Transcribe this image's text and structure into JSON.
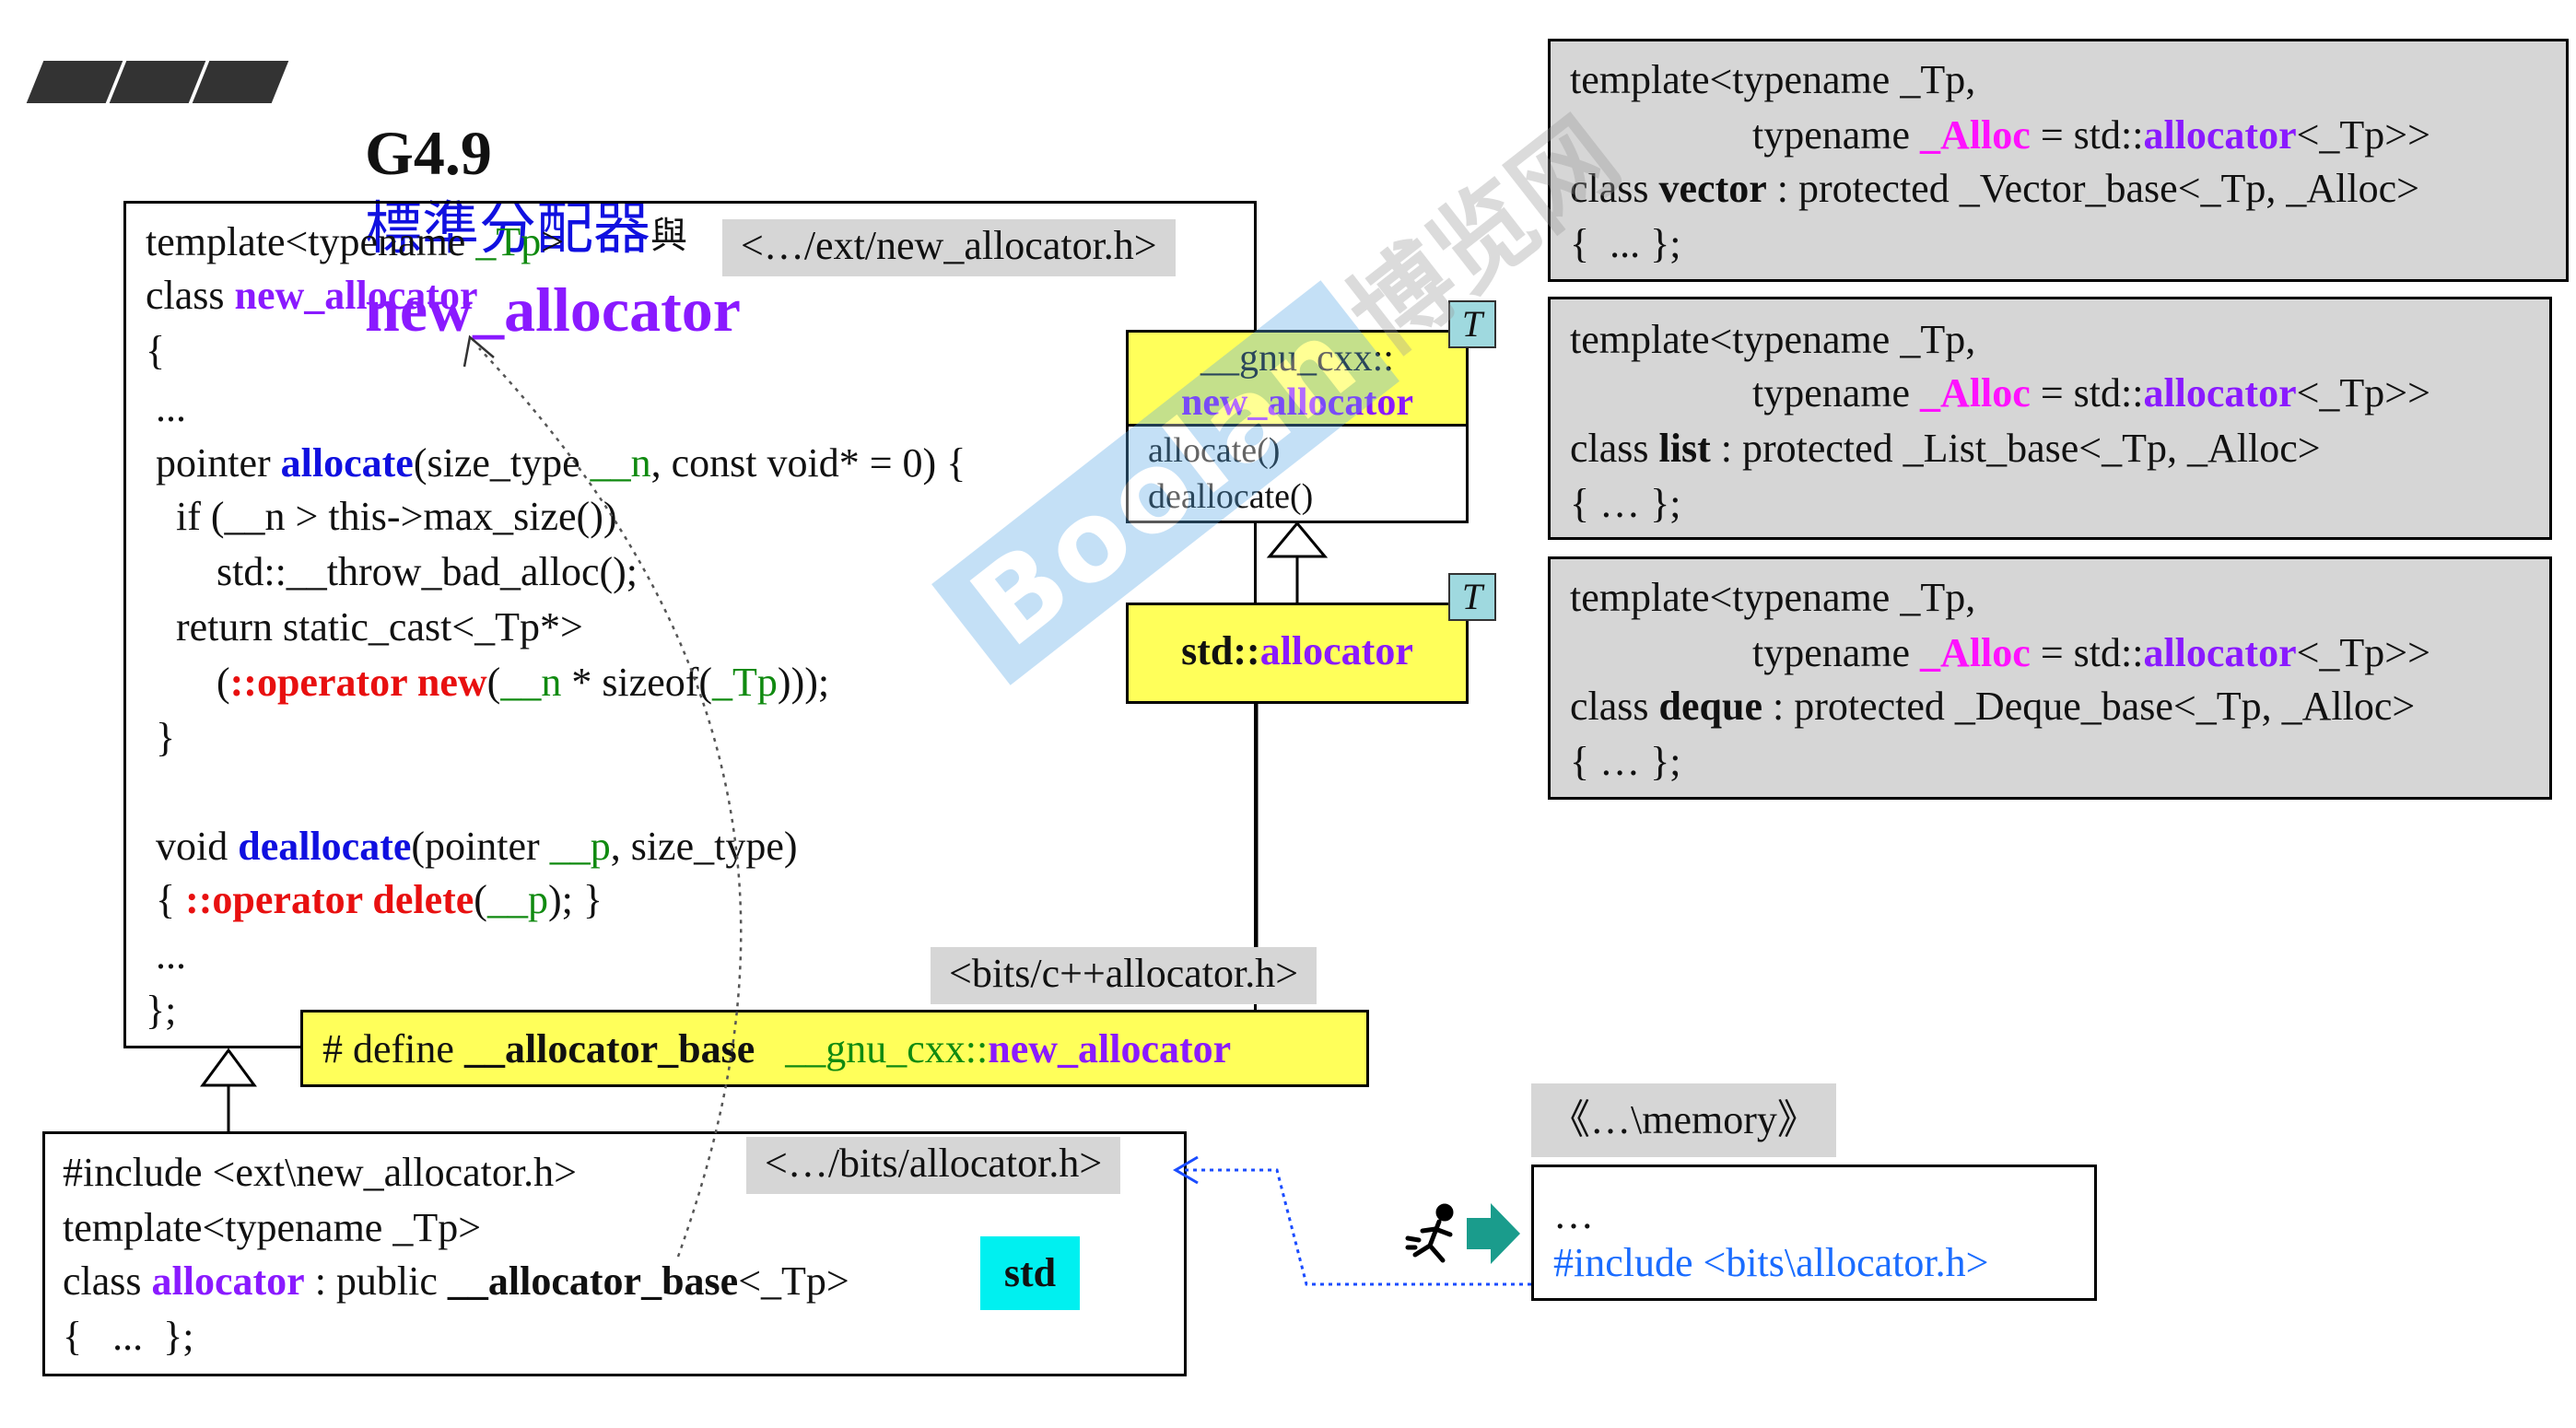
{
  "title": {
    "prefix": "G4.9",
    "cn_main": "標準分配器",
    "cn_and": "與",
    "name": "new_allocator"
  },
  "new_allocator_code": {
    "header_tag": "<…/ext/new_allocator.h>",
    "l1_a": "template<typename ",
    "l1_b": "_Tp",
    "l1_c": ">",
    "l2_a": "class ",
    "l2_b": "new_allocator",
    "l3": "{",
    "l4": " ...",
    "l5_a": " pointer ",
    "l5_b": "allocate",
    "l5_c": "(size_type ",
    "l5_d": "__n",
    "l5_e": ", const void* = 0) {",
    "l6": "   if (__n > this->max_size())",
    "l7": "       std::__throw_bad_alloc();",
    "l8": "   return static_cast<_Tp*>",
    "l9_a": "       (",
    "l9_b": "::operator new",
    "l9_c": "(",
    "l9_d": "__n",
    "l9_e": " * sizeof(",
    "l9_f": "_Tp",
    "l9_g": ")));",
    "l10": " }",
    "l11_a": " void ",
    "l11_b": "deallocate",
    "l11_c": "(pointer ",
    "l11_d": "__p",
    "l11_e": ", size_type)",
    "l12_a": " { ",
    "l12_b": "::operator delete",
    "l12_c": "(",
    "l12_d": "__p",
    "l12_e": "); }",
    "l13": " ...",
    "l14": "};"
  },
  "cxx_allocator": {
    "header_tag": "<bits/c++allocator.h>",
    "define_a": "# define ",
    "define_b": "__allocator_base",
    "define_c": "__gnu_cxx::",
    "define_d": "new_allocator"
  },
  "allocator_code": {
    "header_tag": "<…/bits/allocator.h>",
    "l1": "#include <ext\\new_allocator.h>",
    "l2": "template<typename _Tp>",
    "l3_a": "class ",
    "l3_b": "allocator",
    "l3_c": " : public ",
    "l3_d": "__allocator_base",
    "l3_e": "<_Tp>",
    "l4": "{   ...  };",
    "badge": "std"
  },
  "uml": {
    "gnu_ns": "__gnu_cxx::",
    "gnu_name": "new_allocator",
    "op1": "allocate()",
    "op2": "deallocate()",
    "std_a": "std::",
    "std_b": "allocator",
    "template_mark": "T"
  },
  "containers": [
    {
      "l1": "template<typename _Tp,",
      "l2_a": "typename ",
      "l2_b": "_Alloc",
      "l2_c": " = std::",
      "l2_d": "allocator",
      "l2_e": "<_Tp>>",
      "l3_a": "class ",
      "l3_b": "vector",
      "l3_c": " : protected _Vector_base<_Tp, _Alloc>",
      "l4": "{  ... };"
    },
    {
      "l1": "template<typename _Tp,",
      "l2_a": "typename ",
      "l2_b": "_Alloc",
      "l2_c": " = std::",
      "l2_d": "allocator",
      "l2_e": "<_Tp>>",
      "l3_a": "class ",
      "l3_b": "list",
      "l3_c": " : protected _List_base<_Tp, _Alloc>",
      "l4": "{ … };"
    },
    {
      "l1": "template<typename _Tp,",
      "l2_a": "typename ",
      "l2_b": "_Alloc",
      "l2_c": " = std::",
      "l2_d": "allocator",
      "l2_e": "<_Tp>>",
      "l3_a": "class ",
      "l3_b": "deque",
      "l3_c": " : protected _Deque_base<_Tp, _Alloc>",
      "l4": "{ … };"
    }
  ],
  "memory": {
    "header_tag": "《…\\memory》",
    "l1": "…",
    "l2": "#include <bits\\allocator.h>"
  },
  "watermark": {
    "brand": "Boolan",
    "cn": "博览网"
  },
  "colors": {
    "keyword_blue": "#1010e0",
    "name_purple": "#8a1aff",
    "alloc_magenta": "#ff10ff",
    "operator_red": "#e81010",
    "param_green": "#108a10",
    "uml_yellow": "#ffff5a",
    "std_cyan": "#00f0f0",
    "tag_gray": "#d6d6d6",
    "arrow_teal": "#1a9c8c"
  },
  "icons": [
    "slide-stripes-icon",
    "running-man-icon",
    "right-arrow-icon",
    "template-t-icon"
  ]
}
